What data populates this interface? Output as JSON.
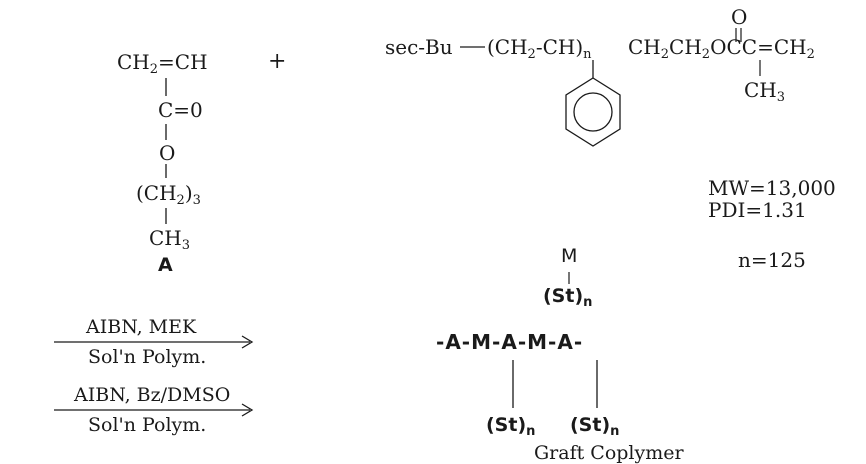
{
  "monomer_a": {
    "line1": "CH",
    "line1_sub": "2",
    "line1_tail": "=CH",
    "carbonyl": "C=0",
    "oxygen": "O",
    "chain": "(CH",
    "chain_sub": "2",
    "chain_tail": ")",
    "chain_sub2": "3",
    "methyl": "CH",
    "methyl_sub": "3",
    "label": "A"
  },
  "plus": "+",
  "macromonomer": {
    "prefix": "sec-Bu",
    "repeat_open": "(CH",
    "repeat_sub": "2",
    "repeat_mid": "-CH)",
    "repeat_n": "n",
    "tail": "CH",
    "tail_sub1": "2",
    "tail_mid": "CH",
    "tail_sub2": "2",
    "tail_end": "OCC=CH",
    "tail_sub3": "2",
    "carbonyl_o": "O",
    "methyl": "CH",
    "methyl_sub": "3",
    "mw": "MW=13,000",
    "pdi": "PDI=1.31",
    "n_value": "n=125",
    "label_m": "M",
    "label_st": "(St)",
    "label_st_n": "n"
  },
  "conditions": [
    {
      "top": "AIBN, MEK",
      "bottom": "Sol'n Polym."
    },
    {
      "top": "AIBN, Bz/DMSO",
      "bottom": "Sol'n Polym."
    }
  ],
  "product": {
    "chain": [
      "-",
      "A",
      "-",
      "M",
      "-",
      "A",
      "-",
      "M",
      "-",
      "A",
      "-"
    ],
    "branch1": "(St)",
    "branch1_n": "n",
    "branch2": "(St)",
    "branch2_n": "n",
    "name": "Graft Coplymer"
  }
}
